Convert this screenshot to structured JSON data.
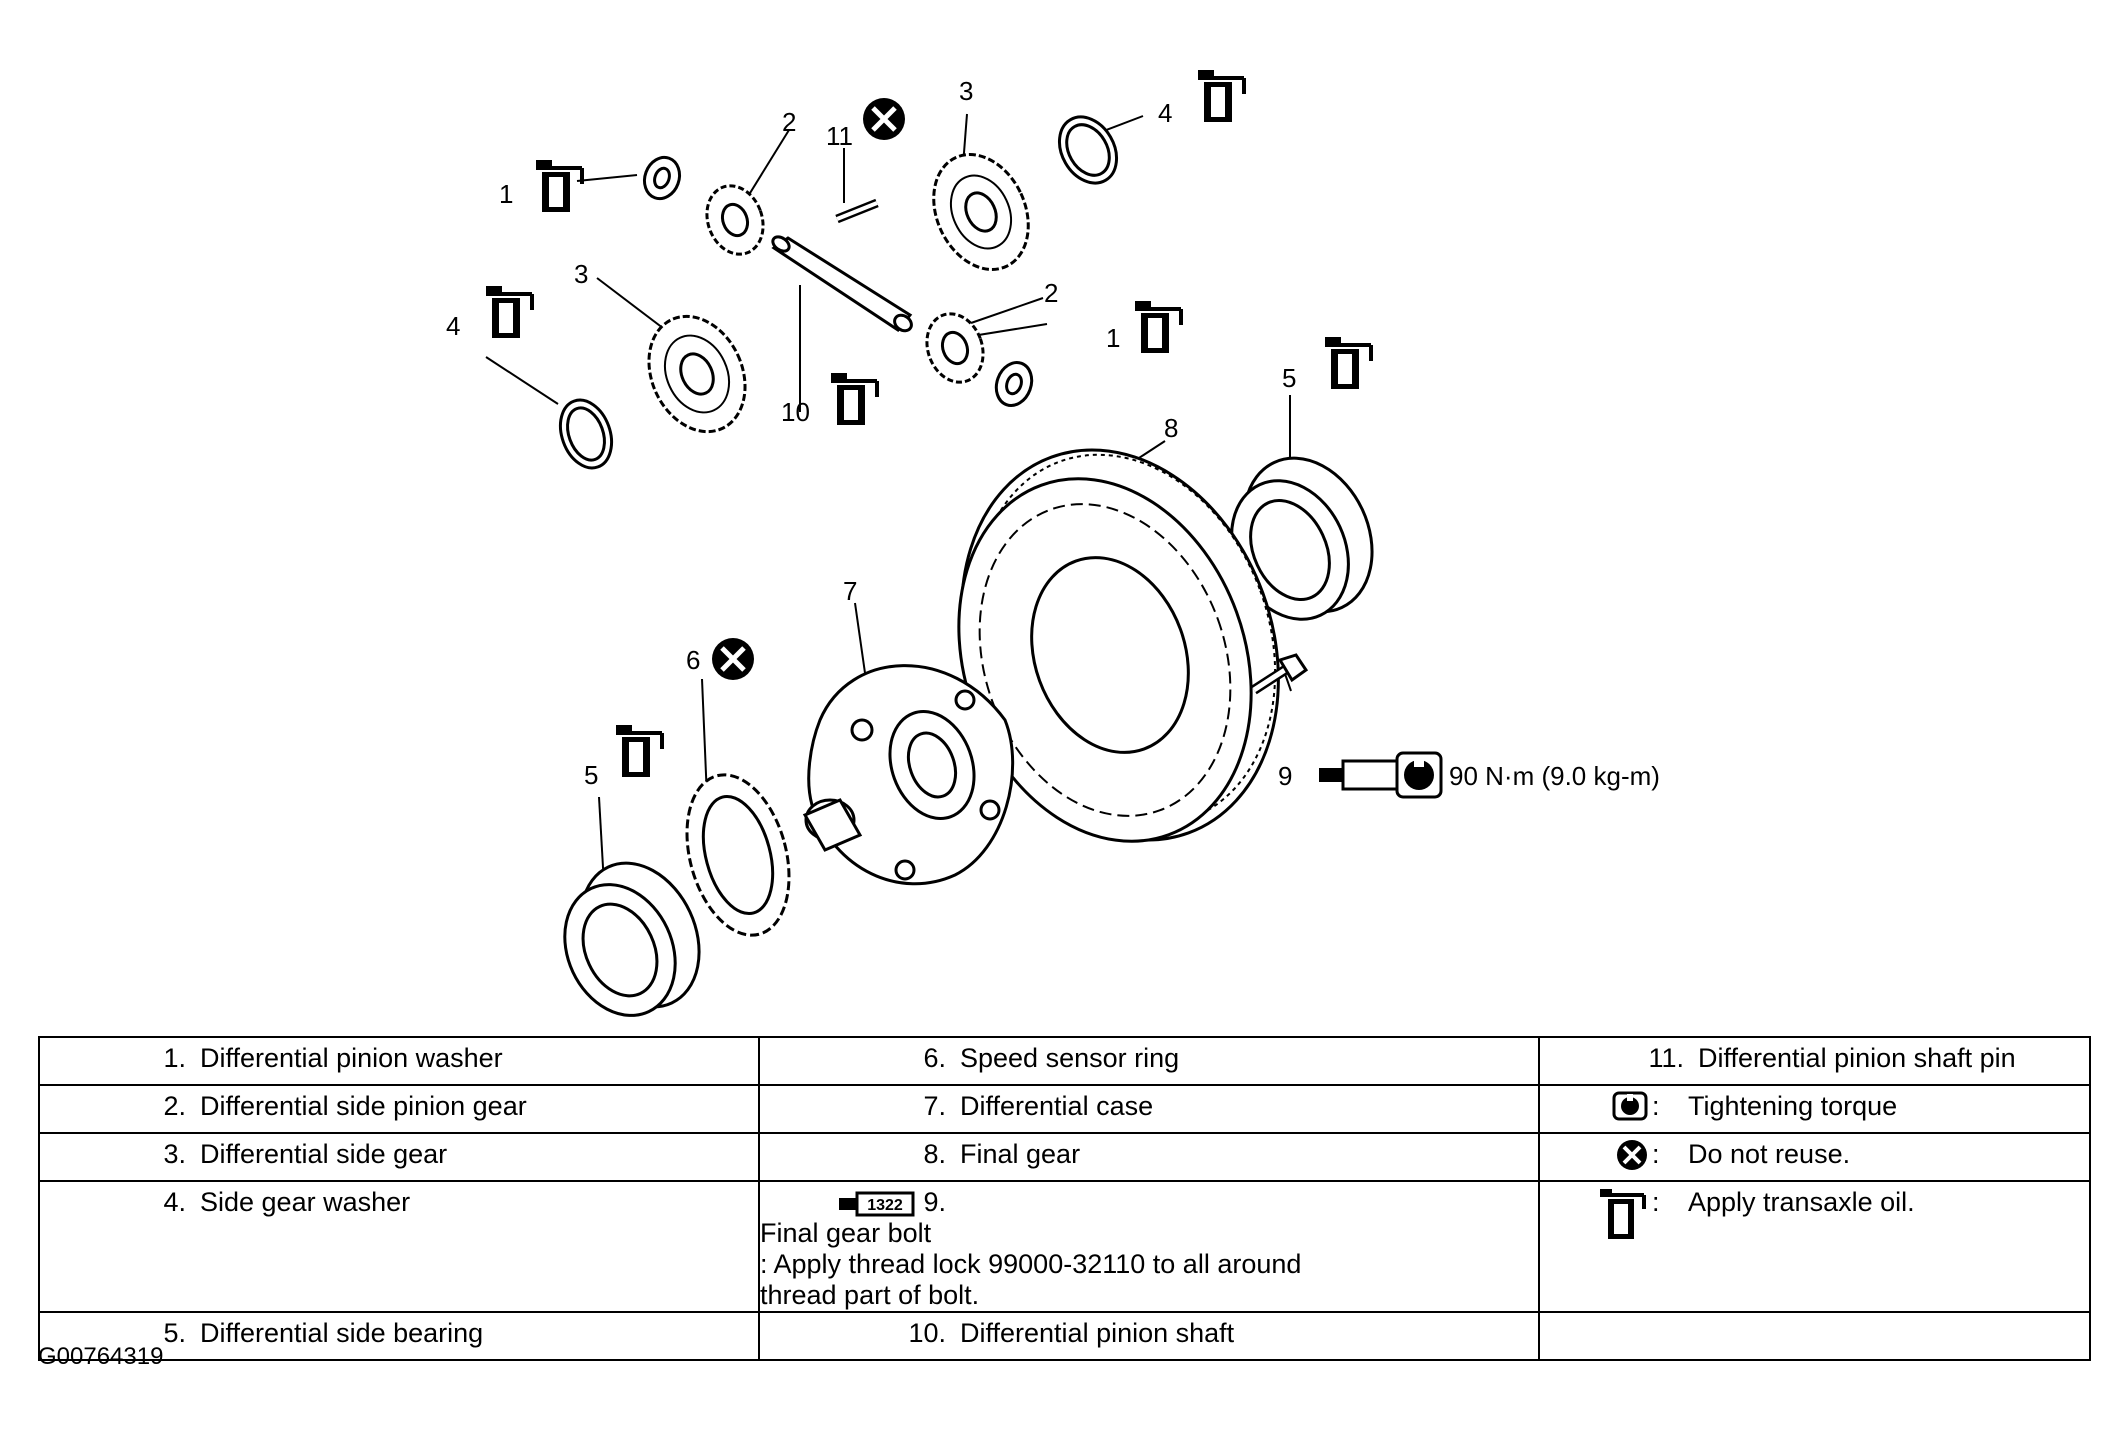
{
  "callouts": {
    "c1a": "1",
    "c1b": "1",
    "c2a": "2",
    "c2b": "2",
    "c3a": "3",
    "c3b": "3",
    "c4a": "4",
    "c4b": "4",
    "c5a": "5",
    "c5b": "5",
    "c6": "6",
    "c7": "7",
    "c8": "8",
    "c9": "9",
    "c10": "10",
    "c11": "11"
  },
  "torque_note": "90 N·m (9.0 kg-m)",
  "icons": {
    "oil_text": "OIL",
    "threadlock_text": "1322"
  },
  "legend": {
    "r1": {
      "a": {
        "num": "1.",
        "text": "Differential pinion washer"
      },
      "b": {
        "num": "6.",
        "text": "Speed sensor ring"
      },
      "c": {
        "num": "11.",
        "text": "Differential pinion shaft pin"
      }
    },
    "r2": {
      "a": {
        "num": "2.",
        "text": "Differential side pinion gear"
      },
      "b": {
        "num": "7.",
        "text": "Differential case"
      },
      "c": {
        "sep": ":",
        "text": "Tightening torque"
      }
    },
    "r3": {
      "a": {
        "num": "3.",
        "text": "Differential side gear"
      },
      "b": {
        "num": "8.",
        "text": "Final gear"
      },
      "c": {
        "sep": ":",
        "text": "Do not reuse."
      }
    },
    "r4": {
      "a": {
        "num": "4.",
        "text": "Side gear washer"
      },
      "b": {
        "num": "9.",
        "text": "Final gear bolt",
        "sub": ": Apply thread lock 99000-32110 to all around thread part of bolt."
      },
      "c": {
        "sep": ":",
        "text": "Apply transaxle oil."
      }
    },
    "r5": {
      "a": {
        "num": "5.",
        "text": "Differential side bearing"
      },
      "b": {
        "num": "10.",
        "text": "Differential pinion shaft"
      }
    }
  },
  "figure_id": "G00764319"
}
